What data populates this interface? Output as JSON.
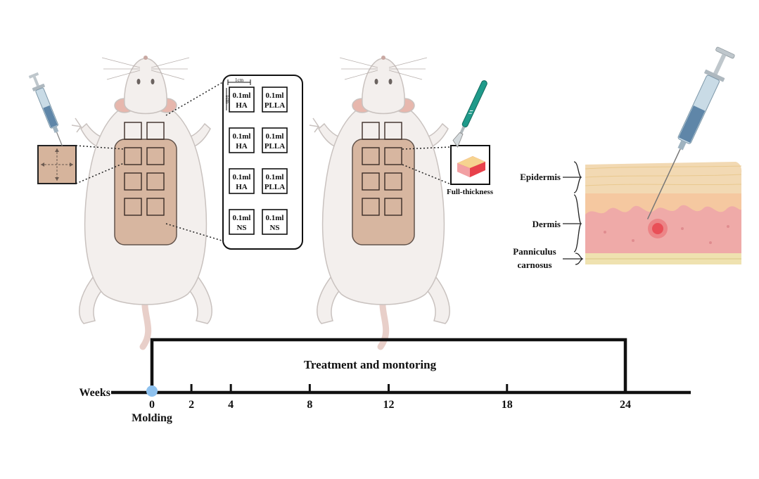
{
  "colors": {
    "mouse_fur": "#f3efed",
    "mouse_outline": "#c9c2bf",
    "ear_inner": "#e7b7ad",
    "tail": "#e8cfc9",
    "patch": "#d6b49c",
    "patch_outline": "#5a4a42",
    "syringe_barrel": "#c9dbe6",
    "syringe_fluid": "#5f86a8",
    "scalpel_handle": "#1f9a8a",
    "epidermis": "#f2d9b3",
    "dermis_top": "#f5c8a0",
    "dermis": "#efaaa8",
    "panniculus": "#efe2b0",
    "injection_spot": "#e8414b",
    "timeline_dot": "#8ec1ee"
  },
  "grid_legend": {
    "scale_top": "1cm",
    "scale_side": "1cm",
    "cells": [
      [
        "0.1ml",
        "HA"
      ],
      [
        "0.1ml",
        "PLLA"
      ],
      [
        "0.1ml",
        "HA"
      ],
      [
        "0.1ml",
        "PLLA"
      ],
      [
        "0.1ml",
        "HA"
      ],
      [
        "0.1ml",
        "PLLA"
      ],
      [
        "0.1ml",
        "NS"
      ],
      [
        "0.1ml",
        "NS"
      ]
    ]
  },
  "wound": {
    "label": "Full-thickness"
  },
  "skin_layers": {
    "epidermis": "Epidermis",
    "dermis": "Dermis",
    "panniculus_line1": "Panniculus",
    "panniculus_line2": "carnosus"
  },
  "timeline": {
    "axis_label": "Weeks",
    "ticks": [
      "0",
      "2",
      "4",
      "8",
      "12",
      "18",
      "24"
    ],
    "start_label": "Molding",
    "bracket_label": "Treatment and montoring"
  }
}
